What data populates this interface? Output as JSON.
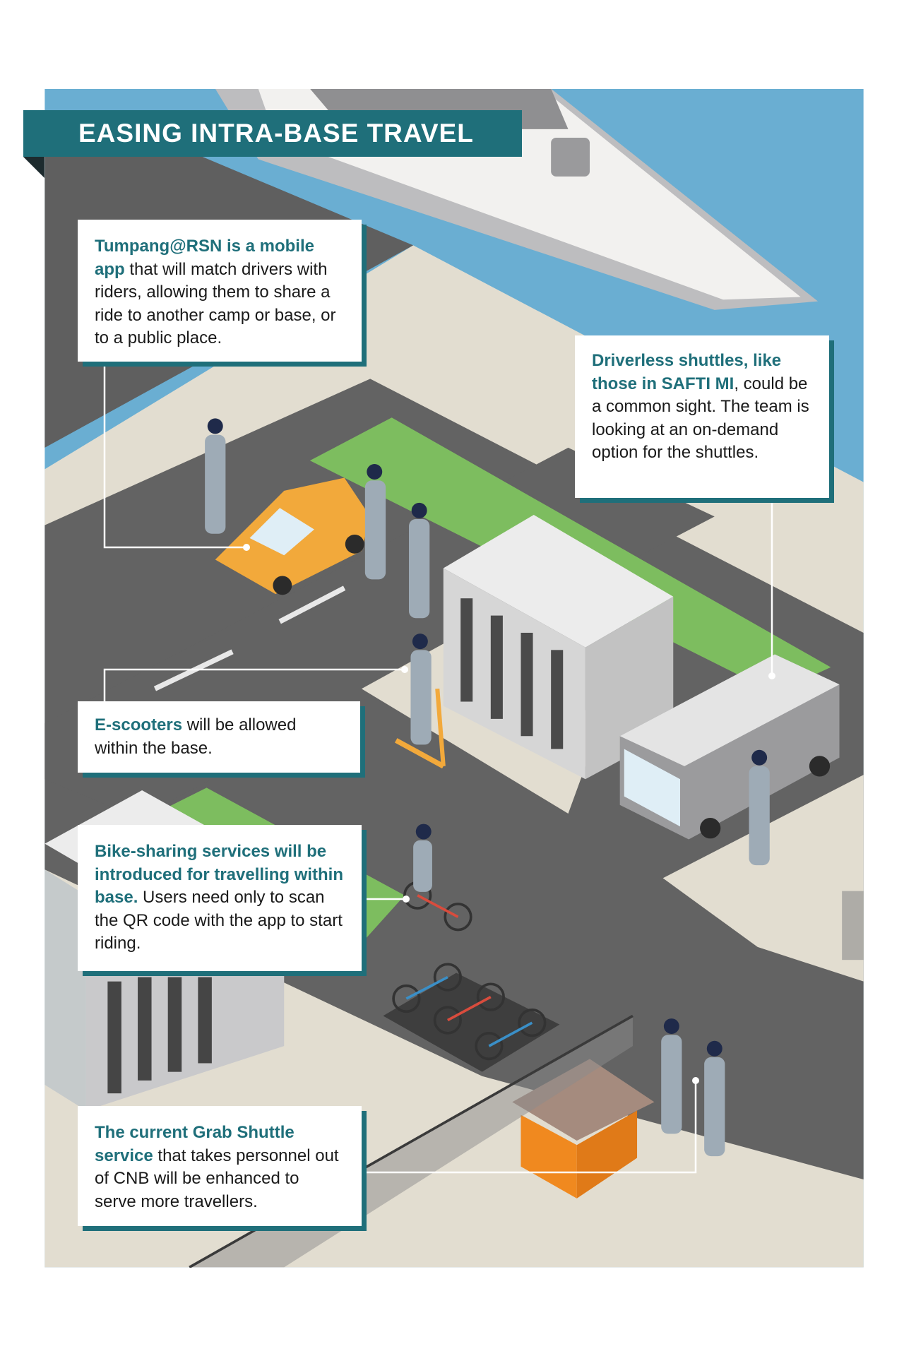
{
  "title": "EASING INTRA-BASE TRAVEL",
  "callouts": {
    "tumpang": {
      "bold": "Tumpang@RSN is a mobile app",
      "text": " that will match drivers with riders, allowing them to share a ride to another camp or base, or to a public place."
    },
    "driverless": {
      "bold": "Driverless shuttles, like those in SAFTI MI",
      "text": ", could be a common sight. The team is looking at an on-demand option for the shuttles."
    },
    "escooters": {
      "bold": "E-scooters",
      "text": " will be allowed within the base."
    },
    "bikes": {
      "bold": "Bike-sharing services will be introduced for travelling within base.",
      "text": " Users need only to scan the QR code with the app to start riding."
    },
    "grab": {
      "bold": "The current Grab Shuttle service",
      "text": " that takes personnel out of CNB will be enhanced to serve more travellers."
    }
  },
  "colors": {
    "accent": "#1f6f7a",
    "sea": "#6aaed2",
    "road": "#636363",
    "pavement": "#e2ddd0",
    "grass": "#7dbd5f"
  }
}
